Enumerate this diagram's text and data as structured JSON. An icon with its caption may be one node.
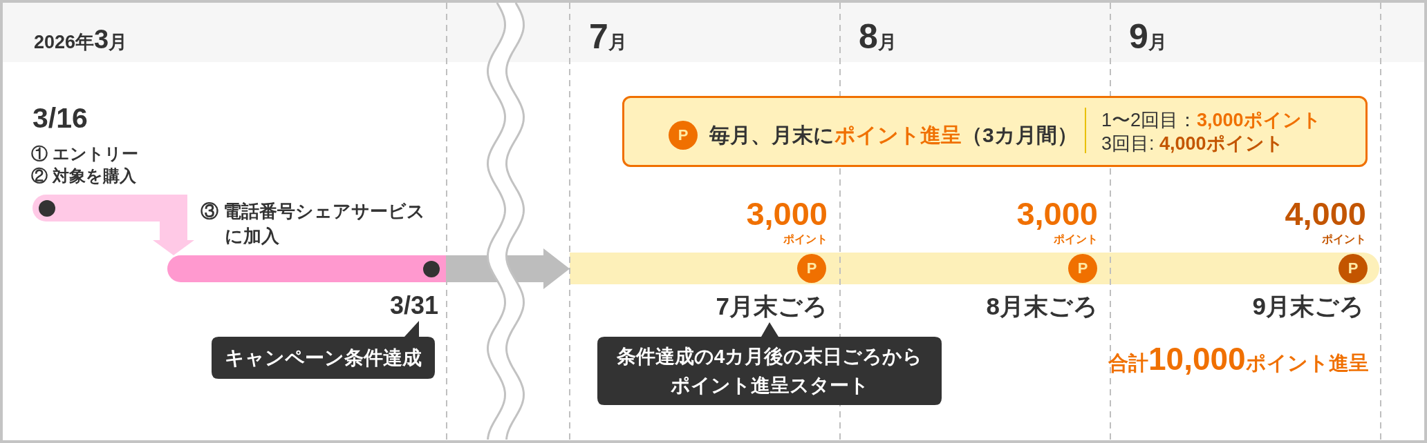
{
  "diagram": {
    "nodes": [
      {
        "text": [],
        "shape": "bar",
        "beside": [
          "3/16",
          "① エントリー",
          "② 対象を購入"
        ]
      },
      {
        "text": [],
        "shape": "bar",
        "beside": [
          "3/31"
        ]
      },
      {
        "text": [
          "キャンペーン条件達成"
        ]
      },
      {
        "text": [
          "P",
          "毎月、月末に**ポイント進呈**（3カ月間）",
          "1〜2回目：**3,000ポイント**",
          "3回目: **4,000ポイント**"
        ]
      },
      {
        "text": [],
        "shape": "bar"
      },
      {
        "text": [
          "P"
        ],
        "in": 4,
        "beside": [
          "3,000",
          "ポイント",
          "7月末ごろ"
        ]
      },
      {
        "text": [
          "P"
        ],
        "in": 4,
        "beside": [
          "3,000",
          "ポイント",
          "8月末ごろ"
        ]
      },
      {
        "text": [
          "P"
        ],
        "in": 4,
        "beside": [
          "4,000",
          "ポイント",
          "9月末ごろ"
        ]
      },
      {
        "text": [
          "条件達成の4カ月後の末日ごろからポイント進呈スタート"
        ]
      }
    ],
    "edges": [
      {
        "from": 0,
        "to": 1,
        "arrow": "to",
        "label": "③ 電話番号シェアサービスに加入",
        "style": "thick",
        "color": "#ffc9e6"
      },
      {
        "from": 1,
        "to": 4,
        "arrow": "to",
        "style": "thick",
        "color": "#bdbdbd"
      }
    ],
    "labels": [
      "2026年**3**月",
      "**7**月",
      "**8**月",
      "**9**月",
      "合計**10,000**ポイント進呈"
    ]
  }
}
